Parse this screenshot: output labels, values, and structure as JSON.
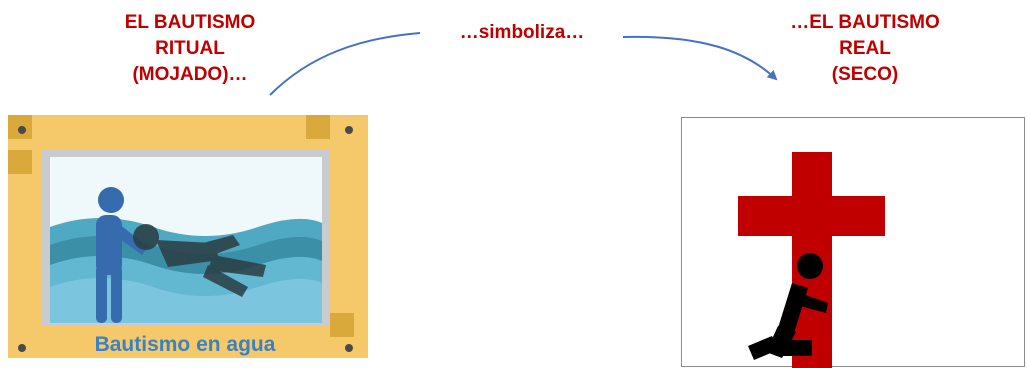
{
  "left_label": [
    "EL BAUTISMO",
    "RITUAL",
    "(MOJADO)…"
  ],
  "middle_label": "…simboliza…",
  "right_label": [
    "…EL BAUTISMO",
    "REAL",
    "(SECO)"
  ],
  "caption": "Bautismo en agua",
  "colors": {
    "label_red": "#c00000",
    "arrow_blue": "#4472c4",
    "frame_yellow": "#f5c96a",
    "frame_corner": "#d9a93b",
    "water_light": "#7cc7df",
    "water_mid": "#4aa5bf",
    "water_dark": "#2c7f96",
    "person_blue": "#2d5fa8",
    "cross_red": "#c00000",
    "caption_blue": "#3a82c4"
  },
  "icons": [
    "baptism-scene-icon",
    "cross-icon",
    "kneeling-person-icon"
  ]
}
